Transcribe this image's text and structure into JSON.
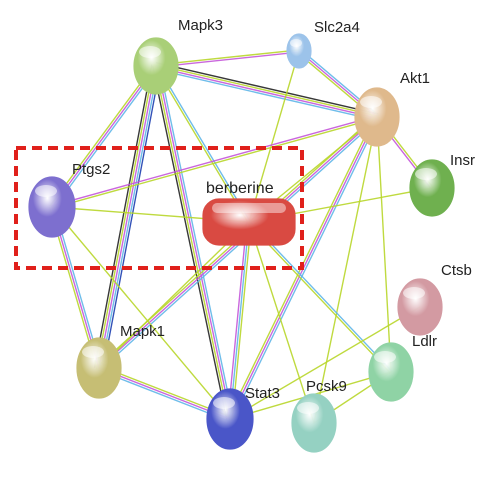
{
  "network": {
    "nodes": [
      {
        "id": "berberine",
        "label": "berberine",
        "color": "#d94a42",
        "shape": "rounded-rect"
      },
      {
        "id": "mapk3",
        "label": "Mapk3",
        "color": "#a9cf77",
        "shape": "sphere"
      },
      {
        "id": "slc2a4",
        "label": "Slc2a4",
        "color": "#9cc3ea",
        "shape": "sphere"
      },
      {
        "id": "akt1",
        "label": "Akt1",
        "color": "#dfb98c",
        "shape": "sphere"
      },
      {
        "id": "insr",
        "label": "Insr",
        "color": "#6fb04f",
        "shape": "sphere"
      },
      {
        "id": "ptgs2",
        "label": "Ptgs2",
        "color": "#7d6fcf",
        "shape": "sphere"
      },
      {
        "id": "ctsb",
        "label": "Ctsb",
        "color": "#d39aa2",
        "shape": "sphere"
      },
      {
        "id": "ldlr",
        "label": "Ldlr",
        "color": "#8fd3a5",
        "shape": "sphere"
      },
      {
        "id": "mapk1",
        "label": "Mapk1",
        "color": "#c6be74",
        "shape": "sphere"
      },
      {
        "id": "stat3",
        "label": "Stat3",
        "color": "#4a56c8",
        "shape": "sphere"
      },
      {
        "id": "pcsk9",
        "label": "Pcsk9",
        "color": "#95d1c2",
        "shape": "sphere"
      }
    ],
    "edges": [
      {
        "source": "mapk3",
        "target": "slc2a4",
        "colors": [
          "#b8d62a",
          "#c457d9"
        ]
      },
      {
        "source": "mapk3",
        "target": "akt1",
        "colors": [
          "#222222",
          "#b8d62a",
          "#c457d9",
          "#5fb6e8"
        ]
      },
      {
        "source": "mapk3",
        "target": "ptgs2",
        "colors": [
          "#5fb6e8",
          "#c457d9",
          "#b8d62a"
        ]
      },
      {
        "source": "mapk3",
        "target": "mapk1",
        "colors": [
          "#1d3fb0",
          "#5fb6e8",
          "#c457d9",
          "#b8d62a",
          "#222222"
        ]
      },
      {
        "source": "mapk3",
        "target": "stat3",
        "colors": [
          "#5fb6e8",
          "#c457d9",
          "#b8d62a",
          "#222222"
        ]
      },
      {
        "source": "mapk3",
        "target": "berberine",
        "colors": [
          "#5fb6e8",
          "#b8d62a"
        ]
      },
      {
        "source": "slc2a4",
        "target": "akt1",
        "colors": [
          "#5fb6e8",
          "#c457d9",
          "#b8d62a"
        ]
      },
      {
        "source": "slc2a4",
        "target": "berberine",
        "colors": [
          "#b8d62a"
        ]
      },
      {
        "source": "akt1",
        "target": "ptgs2",
        "colors": [
          "#b8d62a",
          "#c457d9"
        ]
      },
      {
        "source": "akt1",
        "target": "mapk1",
        "colors": [
          "#5fb6e8",
          "#c457d9",
          "#b8d62a"
        ]
      },
      {
        "source": "akt1",
        "target": "stat3",
        "colors": [
          "#5fb6e8",
          "#c457d9",
          "#b8d62a"
        ]
      },
      {
        "source": "akt1",
        "target": "berberine",
        "colors": [
          "#b8d62a"
        ]
      },
      {
        "source": "akt1",
        "target": "ldlr",
        "colors": [
          "#b8d62a"
        ]
      },
      {
        "source": "akt1",
        "target": "pcsk9",
        "colors": [
          "#b8d62a"
        ]
      },
      {
        "source": "akt1",
        "target": "insr",
        "colors": [
          "#b8d62a",
          "#c457d9"
        ]
      },
      {
        "source": "ptgs2",
        "target": "berberine",
        "colors": [
          "#b8d62a"
        ]
      },
      {
        "source": "ptgs2",
        "target": "mapk1",
        "colors": [
          "#5fb6e8",
          "#c457d9",
          "#b8d62a"
        ]
      },
      {
        "source": "ptgs2",
        "target": "stat3",
        "colors": [
          "#b8d62a"
        ]
      },
      {
        "source": "insr",
        "target": "berberine",
        "colors": [
          "#b8d62a"
        ]
      },
      {
        "source": "berberine",
        "target": "mapk1",
        "colors": [
          "#b8d62a"
        ]
      },
      {
        "source": "berberine",
        "target": "stat3",
        "colors": [
          "#b8d62a",
          "#5fb6e8",
          "#c457d9"
        ]
      },
      {
        "source": "berberine",
        "target": "pcsk9",
        "colors": [
          "#b8d62a"
        ]
      },
      {
        "source": "berberine",
        "target": "ldlr",
        "colors": [
          "#5fb6e8",
          "#b8d62a"
        ]
      },
      {
        "source": "mapk1",
        "target": "stat3",
        "colors": [
          "#b8d62a",
          "#c457d9",
          "#5fb6e8"
        ]
      },
      {
        "source": "stat3",
        "target": "ctsb",
        "colors": [
          "#b8d62a"
        ]
      },
      {
        "source": "stat3",
        "target": "ldlr",
        "colors": [
          "#b8d62a"
        ]
      },
      {
        "source": "pcsk9",
        "target": "ldlr",
        "colors": [
          "#b8d62a"
        ]
      }
    ],
    "highlight": {
      "color": "#e0201b",
      "style": "dashed"
    }
  }
}
